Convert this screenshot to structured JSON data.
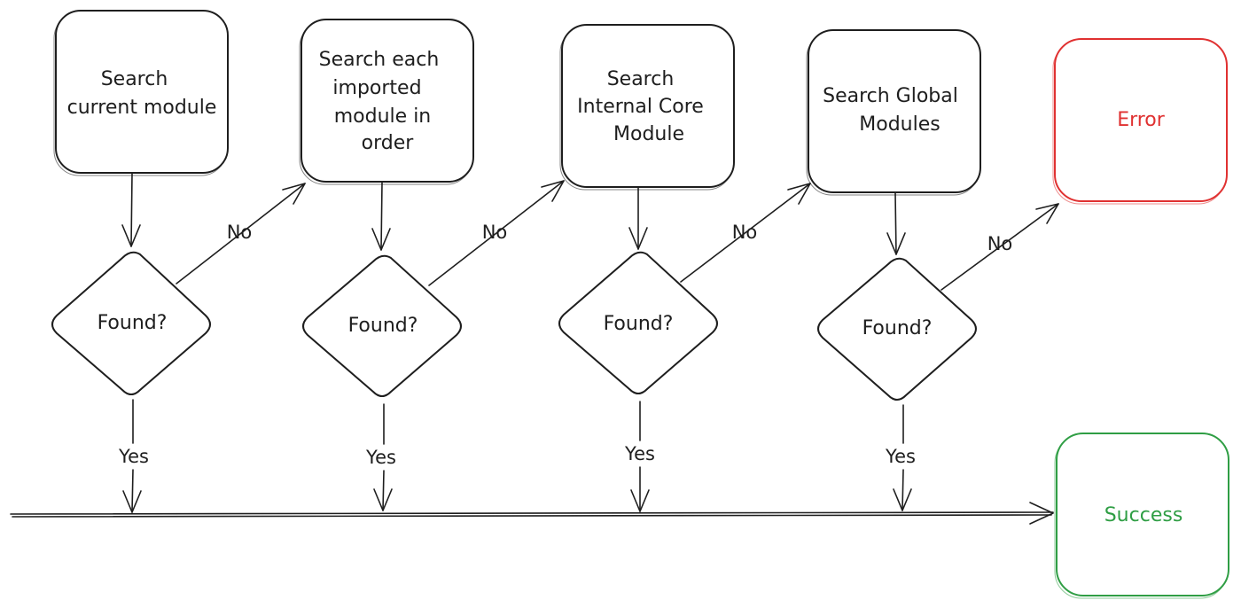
{
  "colors": {
    "ink": "#1e1e1e",
    "error": "#e03131",
    "success": "#2f9e44",
    "background": "#ffffff"
  },
  "nodes": {
    "search_current": {
      "label": "Search current module"
    },
    "search_imported": {
      "label": "Search each imported module in order"
    },
    "search_core": {
      "label": "Search Internal Core Module"
    },
    "search_global": {
      "label": "Search Global Modules"
    },
    "error": {
      "label": "Error"
    },
    "success": {
      "label": "Success"
    },
    "found_1": {
      "label": "Found?"
    },
    "found_2": {
      "label": "Found?"
    },
    "found_3": {
      "label": "Found?"
    },
    "found_4": {
      "label": "Found?"
    }
  },
  "edge_labels": {
    "no": "No",
    "yes": "Yes"
  }
}
